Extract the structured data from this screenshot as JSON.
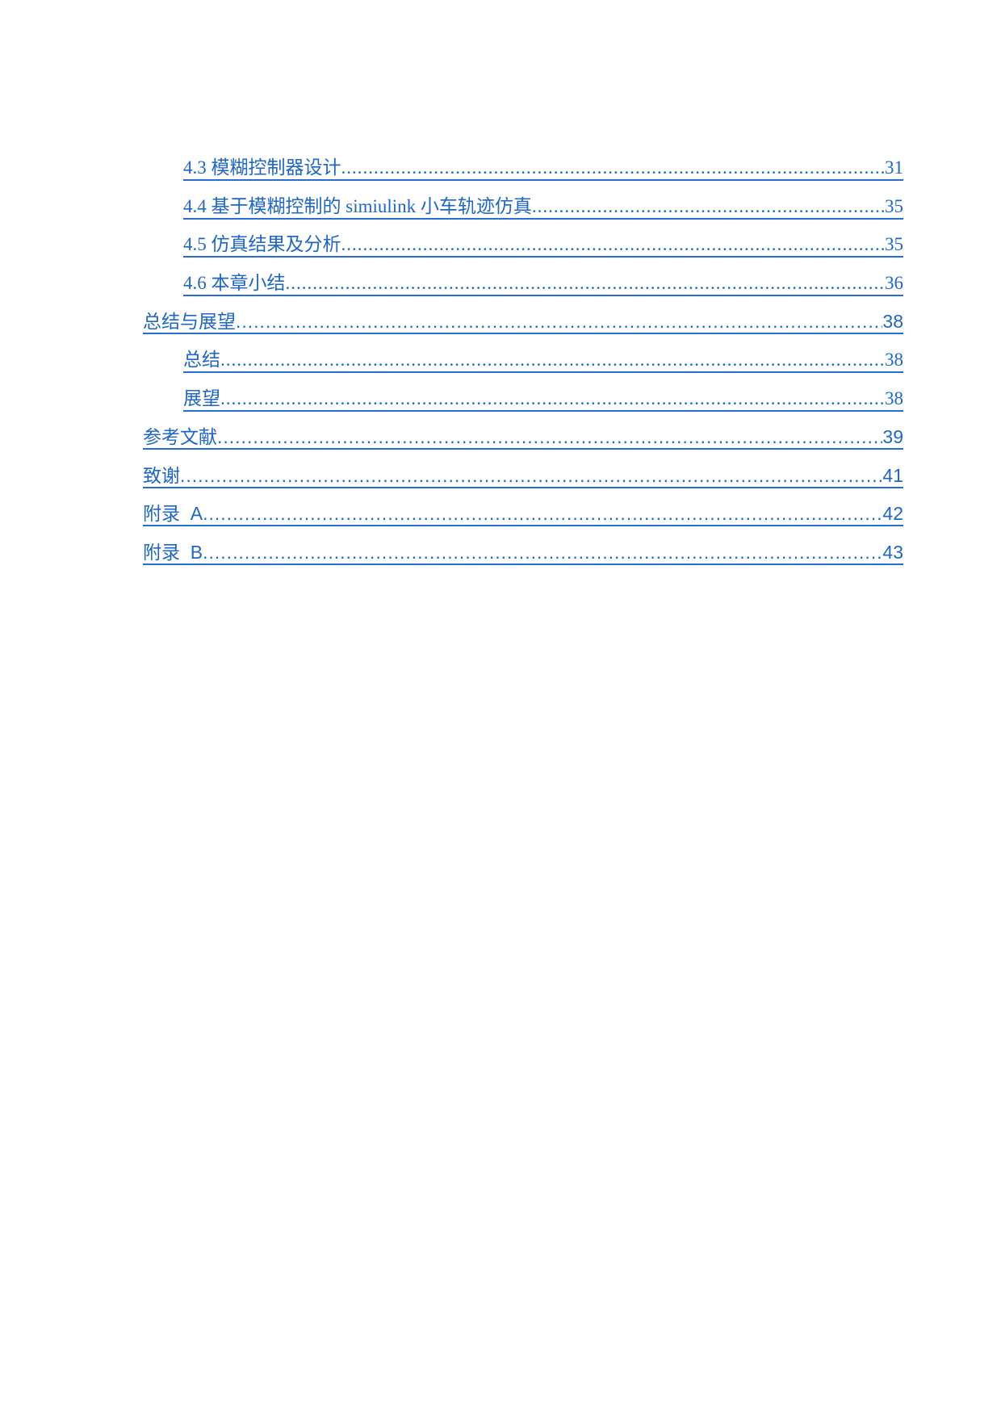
{
  "toc": {
    "link_color": "#1f66c9",
    "entries": [
      {
        "label": "4.3 模糊控制器设计",
        "page": "31",
        "level": 2
      },
      {
        "label": "4.4 基于模糊控制的 simiulink 小车轨迹仿真",
        "page": "35",
        "level": 2
      },
      {
        "label": "4.5 仿真结果及分析",
        "page": "35",
        "level": 2
      },
      {
        "label": "4.6 本章小结",
        "page": "36",
        "level": 2
      },
      {
        "label": "总结与展望",
        "page": "38",
        "level": 1
      },
      {
        "label": "总结",
        "page": "38",
        "level": 2
      },
      {
        "label": "展望",
        "page": "38",
        "level": 2
      },
      {
        "label": "参考文献",
        "page": "39",
        "level": 1
      },
      {
        "label": "致谢",
        "page": "41",
        "level": 1
      },
      {
        "label": "附录  A",
        "page": "42",
        "level": 1
      },
      {
        "label": "附录  B",
        "page": "43",
        "level": 1
      }
    ]
  }
}
